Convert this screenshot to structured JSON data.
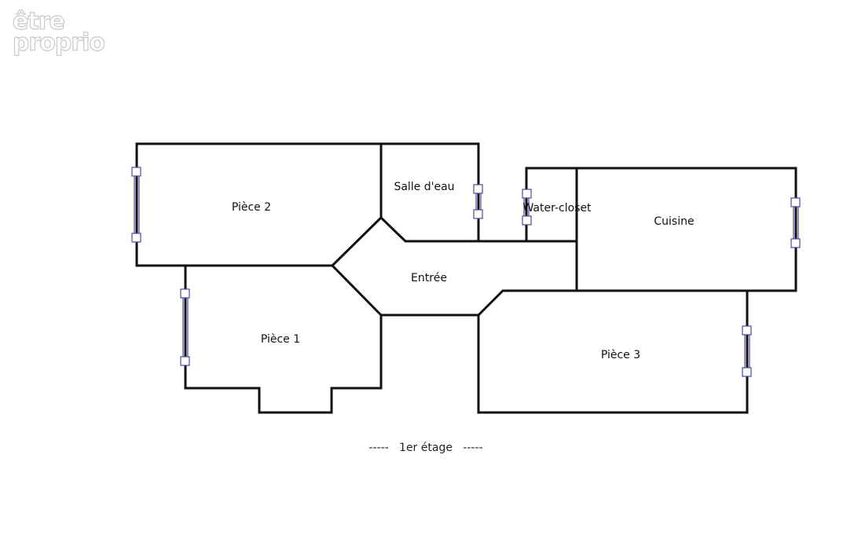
{
  "logo": {
    "line1": "être",
    "line2": "proprio"
  },
  "floor": {
    "label": "-----   1er étage   -----"
  },
  "rooms": {
    "piece2": "Pièce 2",
    "salle_deau": "Salle d'eau",
    "water_closet": "Water-closet",
    "cuisine": "Cuisine",
    "entree": "Entrée",
    "piece1": "Pièce 1",
    "piece3": "Pièce 3"
  },
  "colors": {
    "wall": "#111111",
    "window": "#4a4aa0",
    "logo_outline": "#c9c9c9",
    "background": "#ffffff"
  }
}
